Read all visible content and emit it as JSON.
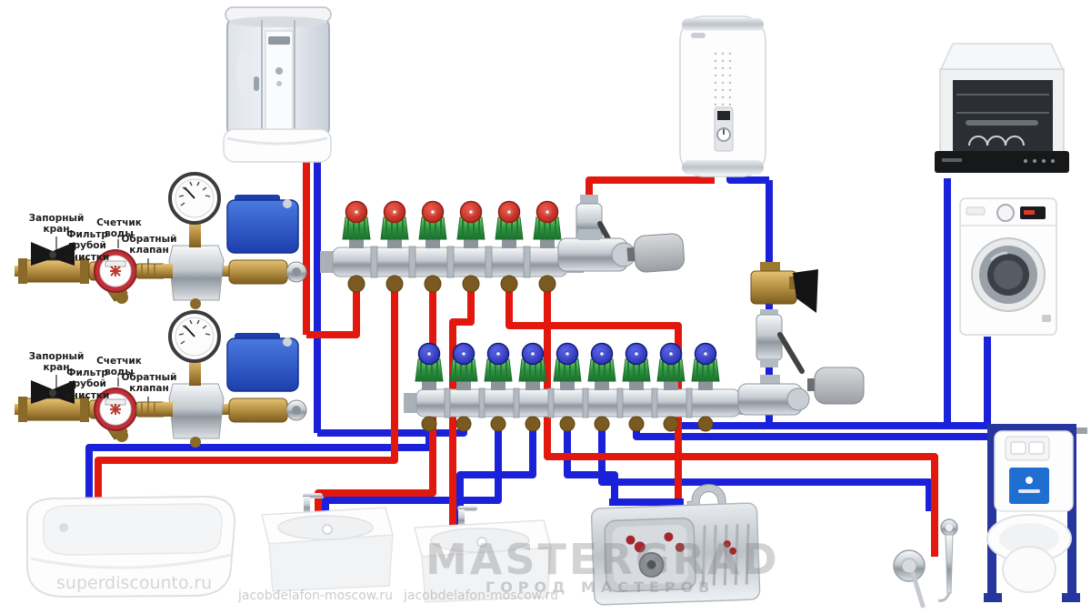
{
  "annotations": {
    "supply_top": {
      "shutoff": "Запорный\nкран",
      "filter": "Фильтр\nгрубой\nочистки",
      "meter": "Счетчик\nводы",
      "check": "Обратный\nклапан"
    },
    "supply_bottom": {
      "shutoff": "Запорный\nкран",
      "filter": "Фильтр\nгрубой\nочистки",
      "meter": "Счетчик\nводы",
      "check": "Обратный\nклапан"
    }
  },
  "watermarks": {
    "brand": "MASTERGRAD",
    "tagline": "ГОРОД МАСТЕРОВ",
    "store_bathtub": "superdiscounto.ru",
    "store_basin_left": "jacobdelafon-moscow.ru",
    "store_basin_right": "jacobdelafon-moscow.ru"
  },
  "colors": {
    "hot_pipe": "#e2180f",
    "cold_pipe": "#1a21d8",
    "hot_cap": "#c8281e",
    "cold_cap": "#2433c0",
    "knob_green": "#2f9440",
    "actuator_blue": "#2456c8",
    "frame_blue": "#27359f",
    "brass": "#b08a3e"
  },
  "manifolds": {
    "hot_outlets": 6,
    "cold_outlets": 9
  },
  "equipment": [
    "shower-cabin",
    "electric-storage-water-heater",
    "built-in-dishwasher",
    "front-load-washing-machine",
    "acrylic-bathtub",
    "countertop-washbasin-left",
    "countertop-washbasin-right",
    "stainless-kitchen-sink",
    "hygienic-shower-set",
    "wall-hung-toilet-with-installation-frame"
  ],
  "supply_unit_parts": [
    "ball-valve",
    "coarse-strainer-filter",
    "water-meter",
    "check-valve",
    "pressure-reducer-with-gauge",
    "motorized-leak-protection-valve"
  ],
  "heater_piping_parts": [
    "safety-relief-valve",
    "ball-valve",
    "tee-fitting",
    "air-vent"
  ]
}
